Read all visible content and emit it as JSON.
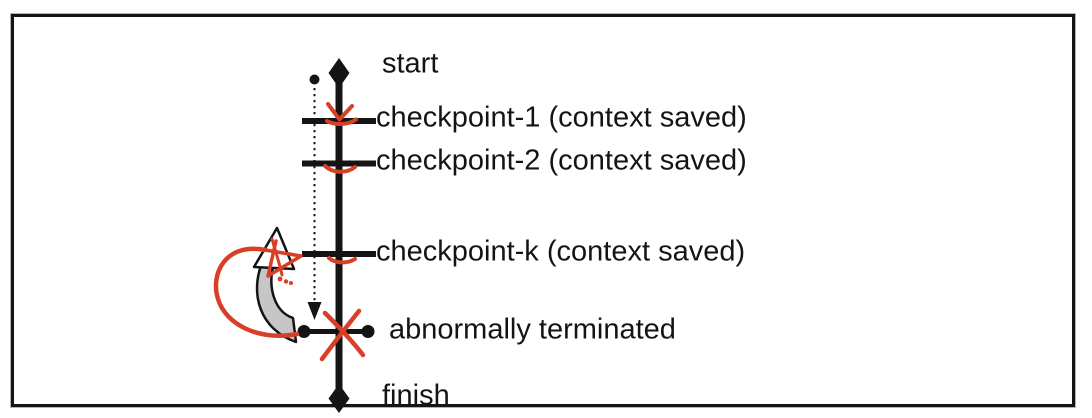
{
  "diagram": {
    "labels": {
      "start": "start",
      "finish": "finish",
      "abnormal": "abnormally terminated"
    },
    "checkpoints": [
      {
        "label": "checkpoint-1 (context saved)"
      },
      {
        "label": "checkpoint-2 (context saved)"
      },
      {
        "label": "checkpoint-k (context saved)"
      }
    ],
    "colors": {
      "ink": "#141414",
      "annotation": "#d93f27",
      "rollback_arrow_fill": "#c6c6c6"
    }
  }
}
